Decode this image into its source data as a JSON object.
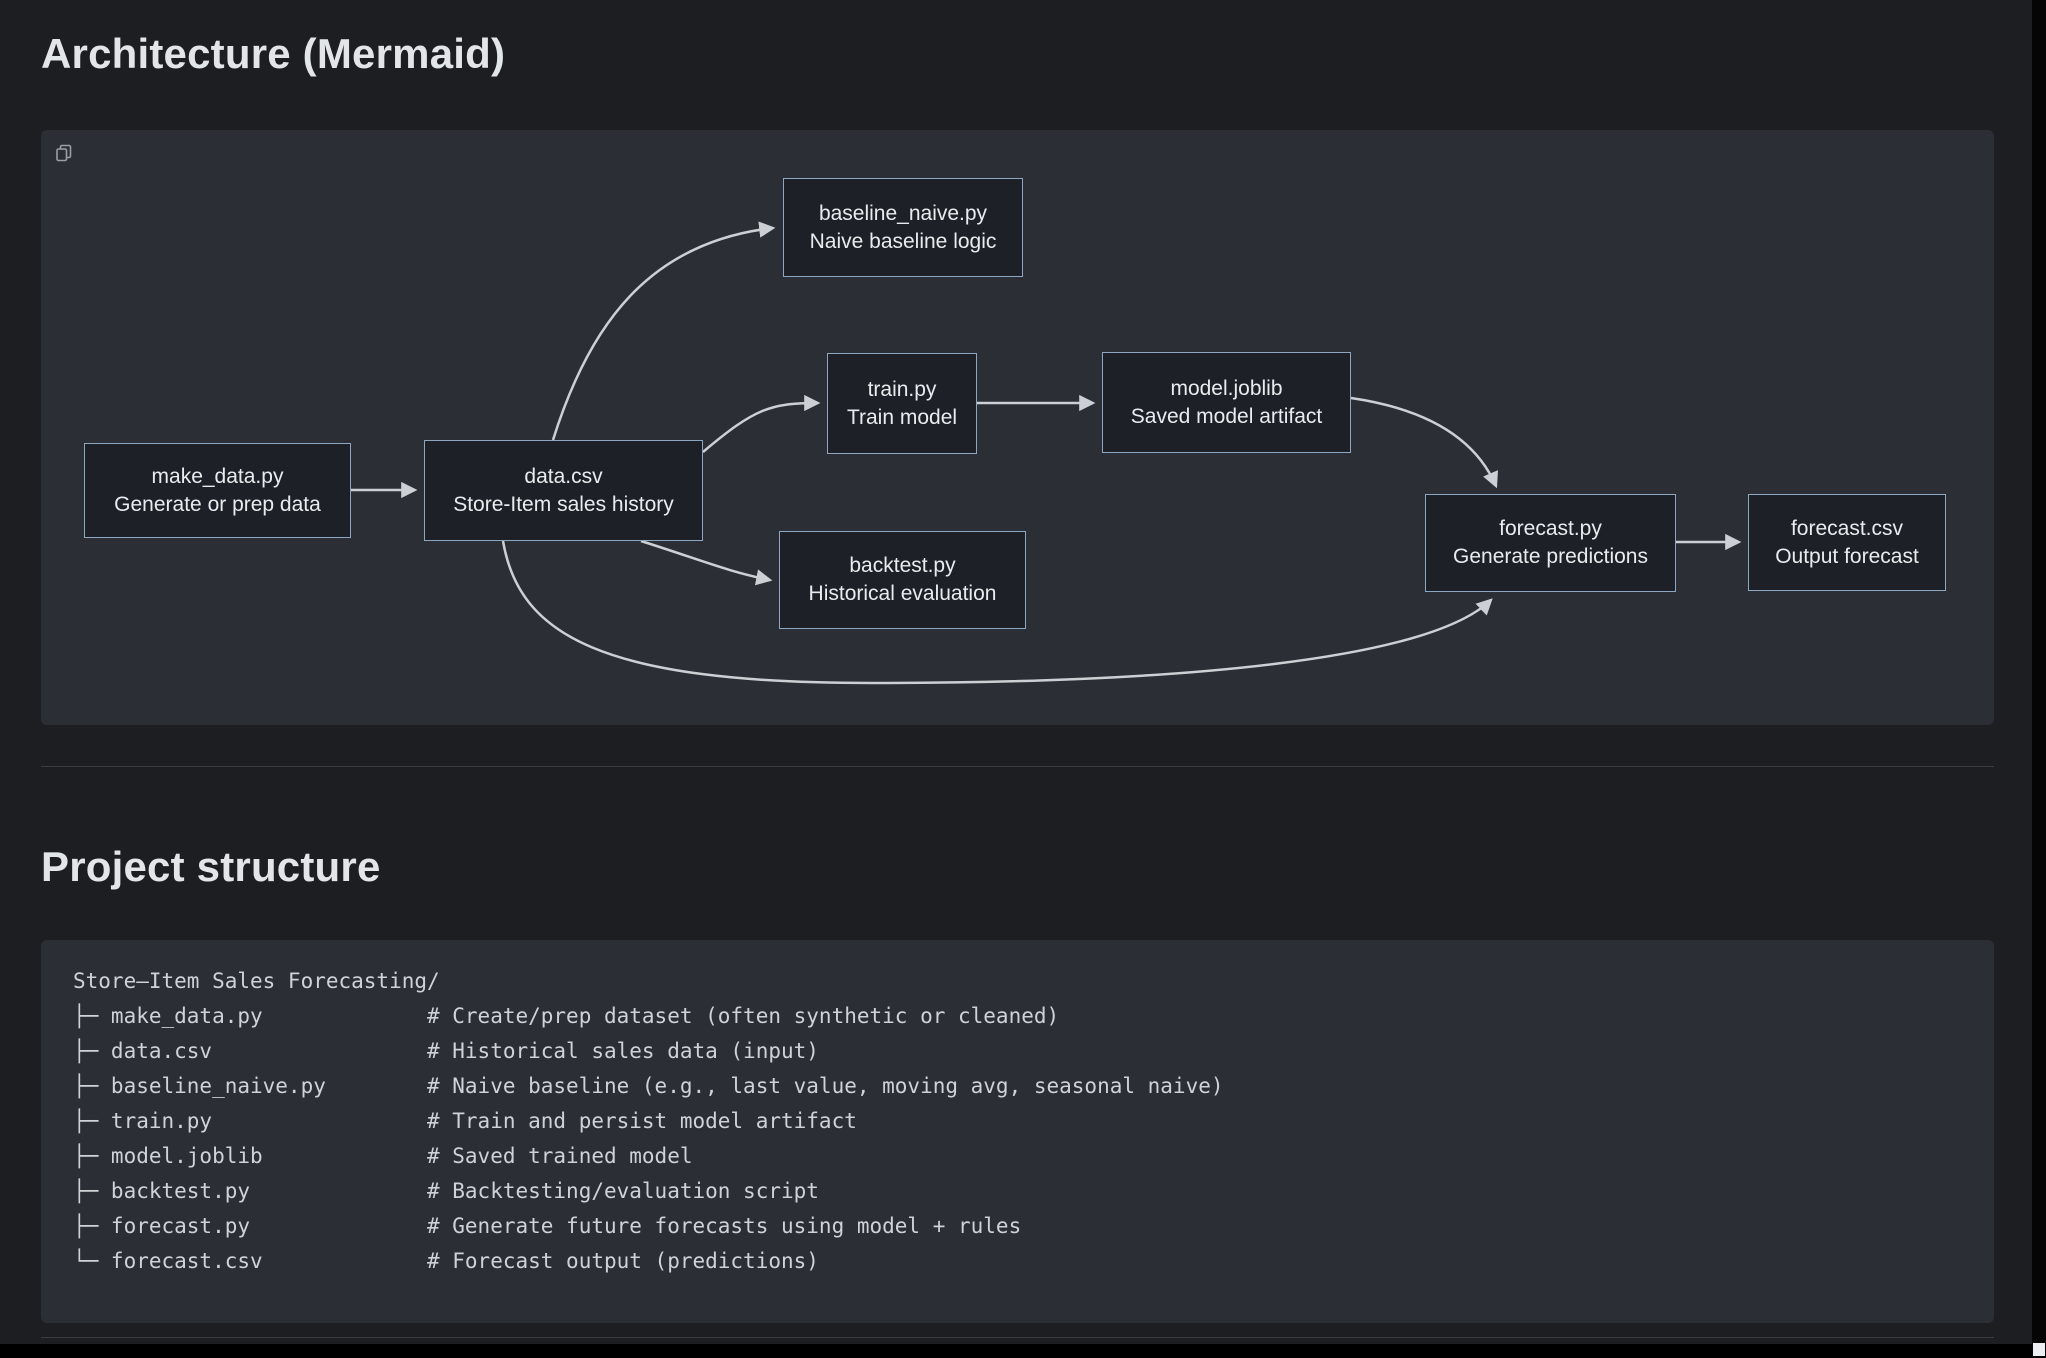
{
  "page": {
    "bg": "#1c1e22",
    "panel_bg": "#2b2e34",
    "node_border": "#8ea7c0",
    "edge_color": "#ccd0d4"
  },
  "sections": {
    "architecture_title": "Architecture (Mermaid)",
    "project_structure_title": "Project structure"
  },
  "diagram": {
    "copy_icon": "copy-icon",
    "nodes": [
      {
        "title": "make_data.py",
        "subtitle": "Generate or prep data"
      },
      {
        "title": "data.csv",
        "subtitle": "Store-Item sales history"
      },
      {
        "title": "baseline_naive.py",
        "subtitle": "Naive baseline logic"
      },
      {
        "title": "train.py",
        "subtitle": "Train model"
      },
      {
        "title": "model.joblib",
        "subtitle": "Saved model artifact"
      },
      {
        "title": "backtest.py",
        "subtitle": "Historical evaluation"
      },
      {
        "title": "forecast.py",
        "subtitle": "Generate predictions"
      },
      {
        "title": "forecast.csv",
        "subtitle": "Output forecast"
      }
    ],
    "edges": [
      "make_data.py -> data.csv",
      "data.csv -> baseline_naive.py",
      "data.csv -> train.py",
      "train.py -> model.joblib",
      "model.joblib -> forecast.py",
      "data.csv -> backtest.py",
      "data.csv -> forecast.py",
      "forecast.py -> forecast.csv"
    ]
  },
  "project_tree": {
    "root": "Store—Item Sales Forecasting/",
    "entries": [
      {
        "branch": "├─",
        "name": "make_data.py",
        "comment": "# Create/prep dataset (often synthetic or cleaned)"
      },
      {
        "branch": "├─",
        "name": "data.csv",
        "comment": "# Historical sales data (input)"
      },
      {
        "branch": "├─",
        "name": "baseline_naive.py",
        "comment": "# Naive baseline (e.g., last value, moving avg, seasonal naive)"
      },
      {
        "branch": "├─",
        "name": "train.py",
        "comment": "# Train and persist model artifact"
      },
      {
        "branch": "├─",
        "name": "model.joblib",
        "comment": "# Saved trained model"
      },
      {
        "branch": "├─",
        "name": "backtest.py",
        "comment": "# Backtesting/evaluation script"
      },
      {
        "branch": "├─",
        "name": "forecast.py",
        "comment": "# Generate future forecasts using model + rules"
      },
      {
        "branch": "└─",
        "name": "forecast.csv",
        "comment": "# Forecast output (predictions)"
      }
    ]
  }
}
